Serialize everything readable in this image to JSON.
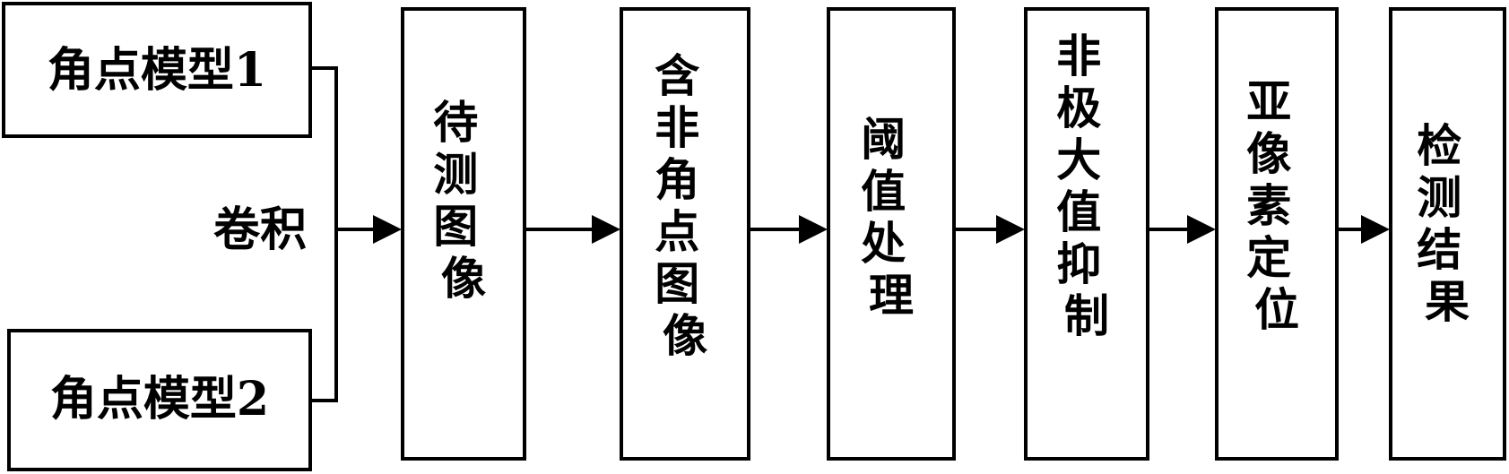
{
  "nodes": {
    "model1": "角点模型1",
    "model2": "角点模型2",
    "convolution": "卷积",
    "test_image": [
      "待",
      "测",
      "图",
      "像"
    ],
    "non_corner_image": [
      "含",
      "非",
      "角",
      "点",
      "图",
      "像"
    ],
    "threshold": [
      "阈",
      "值",
      "处",
      "理"
    ],
    "nms": [
      "非",
      "极",
      "大",
      "值",
      "抑",
      "制"
    ],
    "subpixel": [
      "亚",
      "像",
      "素",
      "定",
      "位"
    ],
    "result": [
      "检",
      "测",
      "结",
      "果"
    ]
  },
  "colors": {
    "stroke": "#000000",
    "background": "#ffffff"
  }
}
